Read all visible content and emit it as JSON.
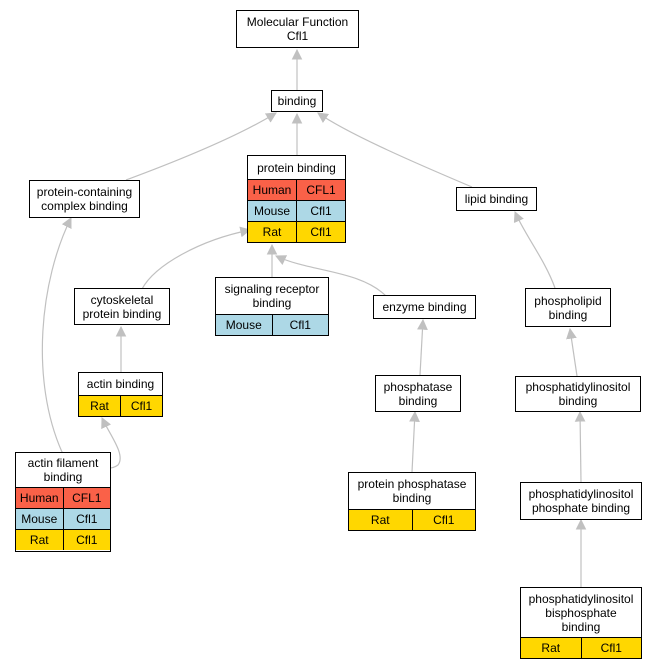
{
  "nodes": {
    "mf": {
      "label": "Molecular Function\nCfl1"
    },
    "binding": {
      "label": "binding"
    },
    "protein_binding": {
      "label": "protein binding",
      "rows": [
        {
          "species": "Human",
          "gene": "CFL1"
        },
        {
          "species": "Mouse",
          "gene": "Cfl1"
        },
        {
          "species": "Rat",
          "gene": "Cfl1"
        }
      ]
    },
    "pcb": {
      "label": "protein-containing\ncomplex binding"
    },
    "lipid_binding": {
      "label": "lipid binding"
    },
    "cytoskeletal": {
      "label": "cytoskeletal\nprotein binding"
    },
    "srb": {
      "label": "signaling receptor\nbinding",
      "rows": [
        {
          "species": "Mouse",
          "gene": "Cfl1"
        }
      ]
    },
    "enzyme_binding": {
      "label": "enzyme binding"
    },
    "phospholipid": {
      "label": "phospholipid\nbinding"
    },
    "actin_binding": {
      "label": "actin binding",
      "rows": [
        {
          "species": "Rat",
          "gene": "Cfl1"
        }
      ]
    },
    "phosphatase": {
      "label": "phosphatase\nbinding"
    },
    "pi_binding": {
      "label": "phosphatidylinositol\nbinding"
    },
    "afb": {
      "label": "actin filament\nbinding",
      "rows": [
        {
          "species": "Human",
          "gene": "CFL1"
        },
        {
          "species": "Mouse",
          "gene": "Cfl1"
        },
        {
          "species": "Rat",
          "gene": "Cfl1"
        }
      ]
    },
    "ppb": {
      "label": "protein phosphatase\nbinding",
      "rows": [
        {
          "species": "Rat",
          "gene": "Cfl1"
        }
      ]
    },
    "pipb": {
      "label": "phosphatidylinositol\nphosphate binding"
    },
    "pibpb": {
      "label": "phosphatidylinositol\nbisphosphate\nbinding",
      "rows": [
        {
          "species": "Rat",
          "gene": "Cfl1"
        }
      ]
    }
  },
  "colors": {
    "Human": "#fa6148",
    "Mouse": "#add8e6",
    "Rat": "#ffd700",
    "edge": "#c0c0c0"
  }
}
